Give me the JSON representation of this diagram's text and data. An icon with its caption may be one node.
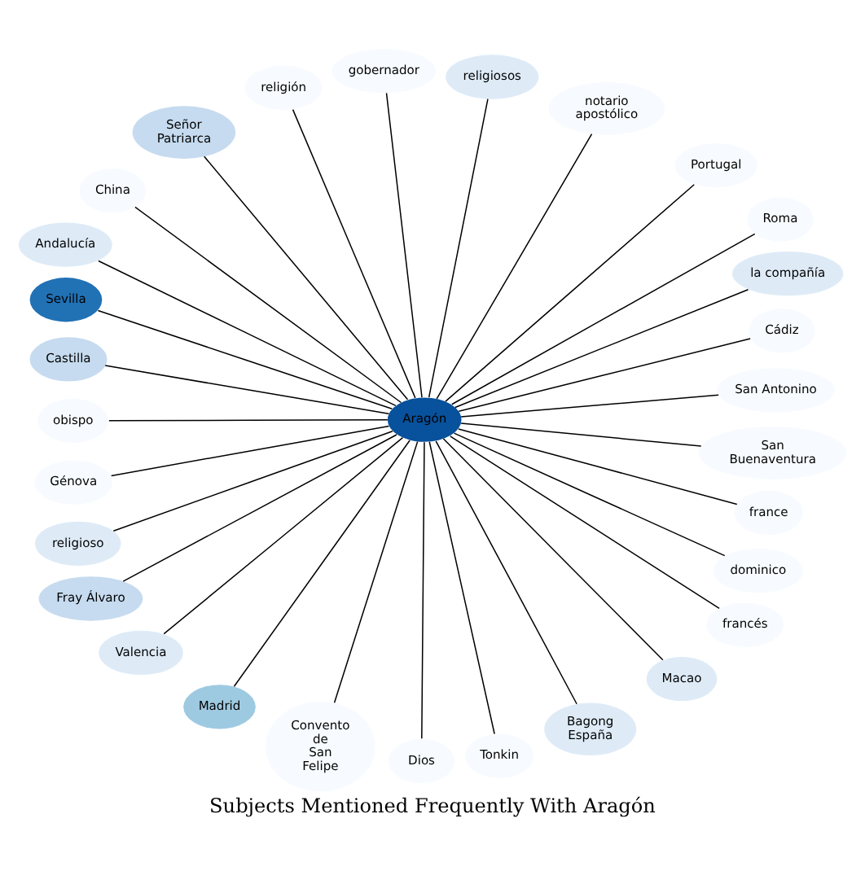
{
  "diagram": {
    "title": "Subjects Mentioned Frequently With Aragón",
    "nodes": [
      {
        "text": [
          "San Antonino"
        ]
      },
      {
        "text": [
          "Cádiz"
        ]
      },
      {
        "text": [
          "la compañía"
        ]
      },
      {
        "text": [
          "Roma"
        ]
      },
      {
        "text": [
          "Portugal"
        ]
      },
      {
        "text": [
          "notario apostólico"
        ]
      },
      {
        "text": [
          "religiosos"
        ]
      },
      {
        "text": [
          "gobernador"
        ]
      },
      {
        "text": [
          "religión"
        ]
      },
      {
        "text": [
          "Señor Patriarca"
        ]
      },
      {
        "text": [
          "China"
        ]
      },
      {
        "text": [
          "Andalucía"
        ]
      },
      {
        "text": [
          "Sevilla"
        ]
      },
      {
        "text": [
          "Aragón"
        ]
      },
      {
        "text": [
          "Castilla"
        ]
      },
      {
        "text": [
          "obispo"
        ]
      },
      {
        "text": [
          "Génova"
        ]
      },
      {
        "text": [
          "religioso"
        ]
      },
      {
        "text": [
          "Fray Álvaro"
        ]
      },
      {
        "text": [
          "Valencia"
        ]
      },
      {
        "text": [
          "Madrid"
        ]
      },
      {
        "text": [
          "Convento de San Felipe"
        ]
      },
      {
        "text": [
          "Dios"
        ]
      },
      {
        "text": [
          "Tonkin"
        ]
      },
      {
        "text": [
          "Bagong España"
        ]
      },
      {
        "text": [
          "Macao"
        ]
      },
      {
        "text": [
          "francés"
        ]
      },
      {
        "text": [
          "dominico"
        ]
      },
      {
        "text": [
          "france"
        ]
      },
      {
        "text": [
          "San Buenaventura"
        ]
      }
    ],
    "edges": [
      {
        "from": 13,
        "to": 0,
        "arrow": "none"
      },
      {
        "from": 13,
        "to": 1,
        "arrow": "none"
      },
      {
        "from": 13,
        "to": 2,
        "arrow": "none"
      },
      {
        "from": 13,
        "to": 3,
        "arrow": "none"
      },
      {
        "from": 13,
        "to": 4,
        "arrow": "none"
      },
      {
        "from": 13,
        "to": 5,
        "arrow": "none"
      },
      {
        "from": 13,
        "to": 6,
        "arrow": "none"
      },
      {
        "from": 13,
        "to": 7,
        "arrow": "none"
      },
      {
        "from": 13,
        "to": 8,
        "arrow": "none"
      },
      {
        "from": 13,
        "to": 9,
        "arrow": "none"
      },
      {
        "from": 13,
        "to": 10,
        "arrow": "none"
      },
      {
        "from": 13,
        "to": 11,
        "arrow": "none"
      },
      {
        "from": 13,
        "to": 12,
        "arrow": "none"
      },
      {
        "from": 13,
        "to": 14,
        "arrow": "none"
      },
      {
        "from": 13,
        "to": 15,
        "arrow": "none"
      },
      {
        "from": 13,
        "to": 16,
        "arrow": "none"
      },
      {
        "from": 13,
        "to": 17,
        "arrow": "none"
      },
      {
        "from": 13,
        "to": 18,
        "arrow": "none"
      },
      {
        "from": 13,
        "to": 19,
        "arrow": "none"
      },
      {
        "from": 13,
        "to": 20,
        "arrow": "none"
      },
      {
        "from": 13,
        "to": 21,
        "arrow": "none"
      },
      {
        "from": 13,
        "to": 22,
        "arrow": "none"
      },
      {
        "from": 13,
        "to": 23,
        "arrow": "none"
      },
      {
        "from": 13,
        "to": 24,
        "arrow": "none"
      },
      {
        "from": 13,
        "to": 25,
        "arrow": "none"
      },
      {
        "from": 13,
        "to": 26,
        "arrow": "none"
      },
      {
        "from": 13,
        "to": 27,
        "arrow": "none"
      },
      {
        "from": 13,
        "to": 28,
        "arrow": "none"
      },
      {
        "from": 13,
        "to": 29,
        "arrow": "none"
      }
    ]
  }
}
